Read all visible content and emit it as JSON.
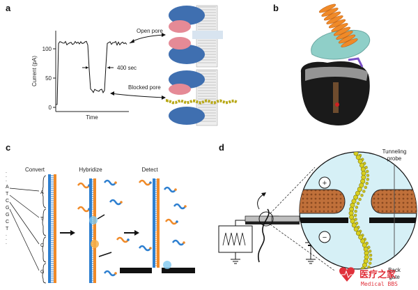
{
  "panels": {
    "a": "a",
    "b": "b",
    "c": "c",
    "d": "d"
  },
  "panel_a": {
    "ylabel": "Current (pA)",
    "xlabel": "Time",
    "yticks": [
      "100",
      "50",
      "0"
    ],
    "duration_label": "400 sec",
    "open_label": "Open pore",
    "blocked_label": "Blocked pore"
  },
  "panel_c": {
    "steps": [
      "Convert",
      "Hybridize",
      "Detect"
    ],
    "sequence": [
      ".",
      ".",
      ".",
      "A",
      "T",
      "C",
      "G",
      "G",
      "C",
      "T",
      ".",
      ".",
      "."
    ],
    "block_labels": [
      "A",
      "T",
      "C",
      "G"
    ]
  },
  "panel_d": {
    "tunneling_line1": "Tunneling",
    "tunneling_line2": "probe",
    "backgate_line1": "Back",
    "backgate_line2": "gate",
    "plus": "+",
    "minus": "−"
  },
  "watermark": {
    "cn": "医疗之家",
    "en": "Medical BBS"
  },
  "colors": {
    "pore_blue": "#3f6fb0",
    "pore_pink": "#e58a96",
    "dna_orange": "#f08a28",
    "dna_blue": "#2d7fd0",
    "graphene_copper": "#c0703a",
    "strand_yellow": "#c8c020",
    "protein_teal": "#8fcfc8",
    "watermark_red": "#e0303a"
  }
}
